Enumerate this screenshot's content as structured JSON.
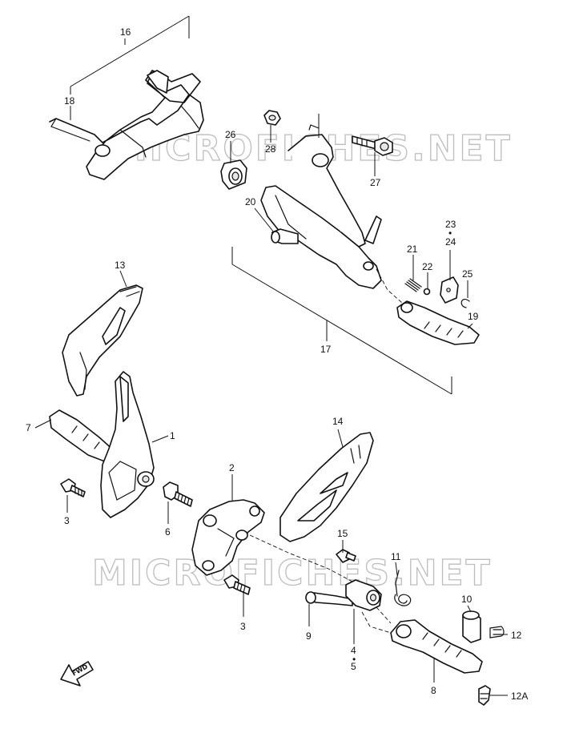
{
  "watermark": "MICROFICHES.NET",
  "direction_marker": "FWD",
  "callouts": {
    "c1": "1",
    "c2": "2",
    "c3a": "3",
    "c3b": "3",
    "c4": "4",
    "c5": "5",
    "c6": "6",
    "c7": "7",
    "c8": "8",
    "c9": "9",
    "c10": "10",
    "c11": "11",
    "c12": "12",
    "c12a": "12A",
    "c13": "13",
    "c14": "14",
    "c15": "15",
    "c16": "16",
    "c17": "17",
    "c18": "18",
    "c19": "19",
    "c20": "20",
    "c21": "21",
    "c22": "22",
    "c23": "23",
    "c24": "24",
    "c25": "25",
    "c26": "26",
    "c27": "27",
    "c28": "28"
  },
  "callout_separators": {
    "pair_4_5": "•",
    "pair_23_24": "•"
  }
}
